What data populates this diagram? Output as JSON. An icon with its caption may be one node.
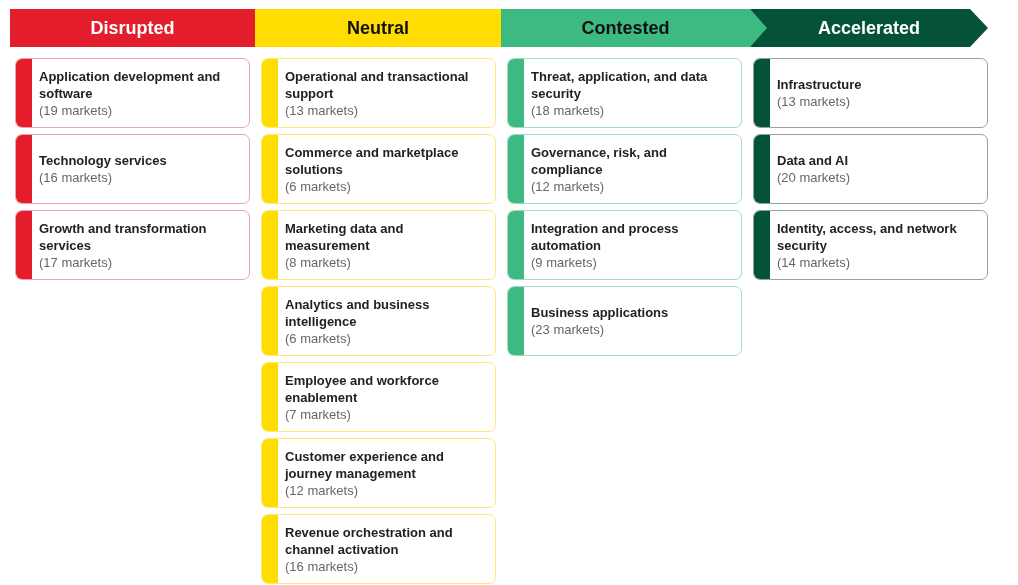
{
  "diagram": {
    "nodes": [
      {
        "text": [
          "Disrupted"
        ]
      },
      {
        "text": [
          "Neutral"
        ]
      },
      {
        "text": [
          "Contested"
        ]
      },
      {
        "text": [
          "Accelerated"
        ]
      },
      {
        "text": [
          "Application development and software",
          "(19 markets)"
        ]
      },
      {
        "text": [
          "Technology services",
          "(16 markets)"
        ]
      },
      {
        "text": [
          "Growth and transformation services",
          "(17 markets)"
        ]
      },
      {
        "text": [
          "Operational and transactional support",
          "(13 markets)"
        ]
      },
      {
        "text": [
          "Commerce and marketplace solutions",
          "(6 markets)"
        ]
      },
      {
        "text": [
          "Marketing data and measurement",
          "(8 markets)"
        ]
      },
      {
        "text": [
          "Analytics and business intelligence",
          "(6 markets)"
        ]
      },
      {
        "text": [
          "Employee and workforce enablement",
          "(7 markets)"
        ]
      },
      {
        "text": [
          "Customer experience and journey management",
          "(12 markets)"
        ]
      },
      {
        "text": [
          "Revenue orchestration and channel activation",
          "(16 markets)"
        ]
      },
      {
        "text": [
          "Threat, application, and data security",
          "(18 markets)"
        ]
      },
      {
        "text": [
          "Governance, risk, and compliance",
          "(12 markets)"
        ]
      },
      {
        "text": [
          "Integration and process automation",
          "(9 markets)"
        ]
      },
      {
        "text": [
          "Business applications",
          "(23 markets)"
        ]
      },
      {
        "text": [
          "Infrastructure",
          "(13 markets)"
        ]
      },
      {
        "text": [
          "Data and AI",
          "(20 markets)"
        ]
      },
      {
        "text": [
          "Identity, access, and network security",
          "(14 markets)"
        ]
      }
    ]
  }
}
